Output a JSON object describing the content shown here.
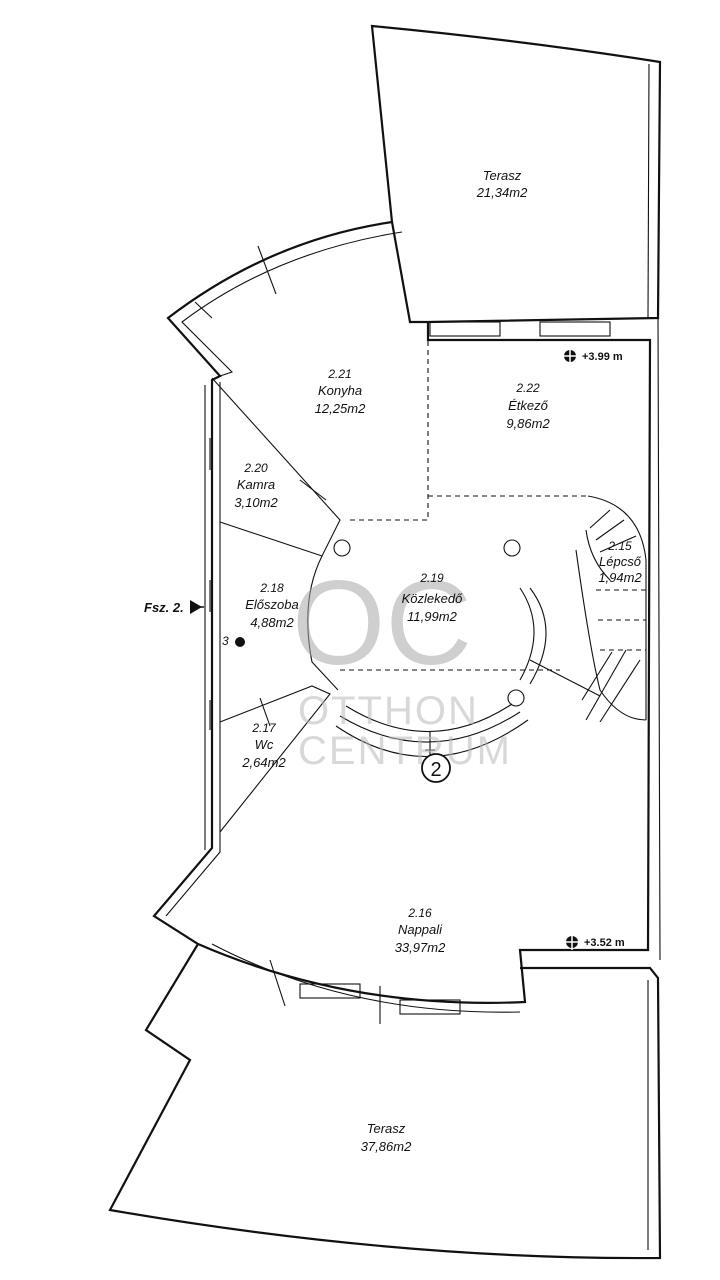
{
  "rooms": {
    "terasz_top": {
      "number": "",
      "name": "Terasz",
      "area": "21,34m2"
    },
    "konyha": {
      "number": "2.21",
      "name": "Konyha",
      "area": "12,25m2"
    },
    "etkezo": {
      "number": "2.22",
      "name": "Étkező",
      "area": "9,86m2"
    },
    "kamra": {
      "number": "2.20",
      "name": "Kamra",
      "area": "3,10m2"
    },
    "lepcso": {
      "number": "2.15",
      "name": "Lépcső",
      "area": "1,94m2"
    },
    "eloszoba": {
      "number": "2.18",
      "name": "Előszoba",
      "area": "4,88m2"
    },
    "kozlekedo": {
      "number": "2.19",
      "name": "Közlekedő",
      "area": "11,99m2"
    },
    "wc": {
      "number": "2.17",
      "name": "Wc",
      "area": "2,64m2"
    },
    "nappali": {
      "number": "2.16",
      "name": "Nappali",
      "area": "33,97m2"
    },
    "terasz_bottom": {
      "number": "",
      "name": "Terasz",
      "area": "37,86m2"
    }
  },
  "elevations": {
    "upper": "+3.99 m",
    "lower": "+3.52 m"
  },
  "entry": {
    "label": "Fsz. 2.",
    "marker": "3"
  },
  "section_marker": "2",
  "watermark": {
    "logo": "OC",
    "line1": "OTTHON",
    "line2": "CENTRUM"
  }
}
